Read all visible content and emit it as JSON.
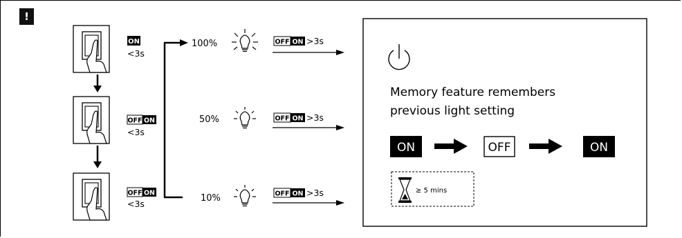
{
  "alert_mark": "!",
  "switches": [
    {
      "badge_off": "",
      "badge_on": "ON",
      "time": "<3s"
    },
    {
      "badge_off": "OFF",
      "badge_on": "ON",
      "time": "<3s"
    },
    {
      "badge_off": "OFF",
      "badge_on": "ON",
      "time": "<3s"
    }
  ],
  "levels": [
    {
      "percent": "100%",
      "off": "OFF",
      "on": "ON",
      "hold": ">3s"
    },
    {
      "percent": "50%",
      "off": "OFF",
      "on": "ON",
      "hold": ">3s"
    },
    {
      "percent": "10%",
      "off": "OFF",
      "on": "ON",
      "hold": ">3s"
    }
  ],
  "memory": {
    "line1": "Memory feature remembers",
    "line2": "previous light setting",
    "seq": [
      "ON",
      "OFF",
      "ON"
    ],
    "timer": "≥ 5 mins"
  }
}
